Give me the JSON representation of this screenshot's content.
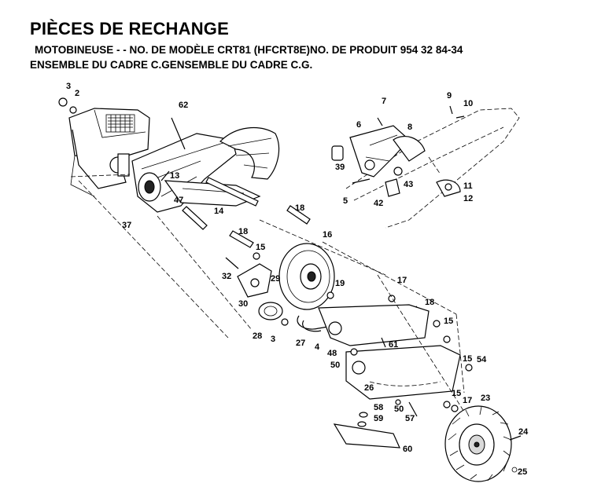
{
  "header": {
    "title": "PIÈCES DE RECHANGE",
    "subtitle_line1": "MOTOBINEUSE - - NO.  DE MODÈLE CRT81 (HFCRT8E)NO. DE PRODUIT  954  32  84-34",
    "subtitle_line2": "ENSEMBLE DU CADRE C.GENSEMBLE DU CADRE C.G."
  },
  "callouts": [
    "3",
    "2",
    "62",
    "7",
    "9",
    "10",
    "6",
    "8",
    "39",
    "43",
    "5",
    "42",
    "11",
    "12",
    "13",
    "47",
    "37",
    "14",
    "18",
    "18",
    "16",
    "15",
    "32",
    "29",
    "19",
    "30",
    "17",
    "18",
    "28",
    "3",
    "27",
    "4",
    "48",
    "61",
    "15",
    "50",
    "26",
    "15",
    "54",
    "58",
    "59",
    "50",
    "57",
    "15",
    "17",
    "23",
    "60",
    "24",
    "25"
  ]
}
